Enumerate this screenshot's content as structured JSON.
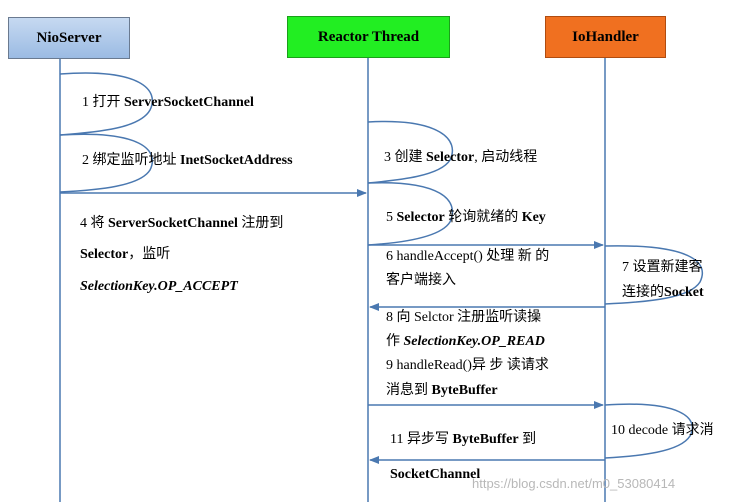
{
  "lifelines": {
    "nio_server": "NioServer",
    "reactor_thread": "Reactor Thread",
    "io_handler": "IoHandler"
  },
  "colors": {
    "nio_box": "#b4cdec",
    "reactor_box": "#22ee22",
    "io_box": "#f07020",
    "line": "#4a78b0"
  },
  "steps": {
    "s1": {
      "pre": "1  打开  ",
      "bold": "ServerSocketChannel"
    },
    "s2": {
      "pre": "2  绑定监听地址  ",
      "bold": "InetSocketAddress"
    },
    "s3": {
      "pre": "3  创建  ",
      "bold": "Selector",
      "post": ", 启动线程"
    },
    "s4": {
      "line1_pre": "4  将  ",
      "line1_bold": "ServerSocketChannel",
      "line1_post": " 注册到",
      "line2_bold": "Selector",
      "line2_post": "，监听",
      "line3": "SelectionKey.OP_ACCEPT"
    },
    "s5": {
      "pre": "5 ",
      "bold": "Selector",
      "post": " 轮询就绪的 ",
      "bold2": "Key"
    },
    "s6": {
      "line1": "6  handleAccept() 处理 新 的",
      "line2": "客户端接入"
    },
    "s7": {
      "line1": "7  设置新建客",
      "line2_pre": "连接的",
      "line2_bold": "Socket"
    },
    "s8": {
      "line1": "8  向  Selctor 注册监听读操",
      "line2_pre": "作  ",
      "line2_it": "SelectionKey.OP_READ"
    },
    "s9": {
      "line1": "9  handleRead()异 步 读请求",
      "line2_pre": "消息到  ",
      "line2_bold": "ByteBuffer"
    },
    "s10": {
      "pre": "10 decode  请求",
      "post": "消"
    },
    "s11": {
      "pre": "11  异步写  ",
      "bold": "ByteBuffer",
      "post": " 到",
      "line2_bold": "SocketChannel"
    }
  },
  "watermark": "https://blog.csdn.net/m0_53080414"
}
